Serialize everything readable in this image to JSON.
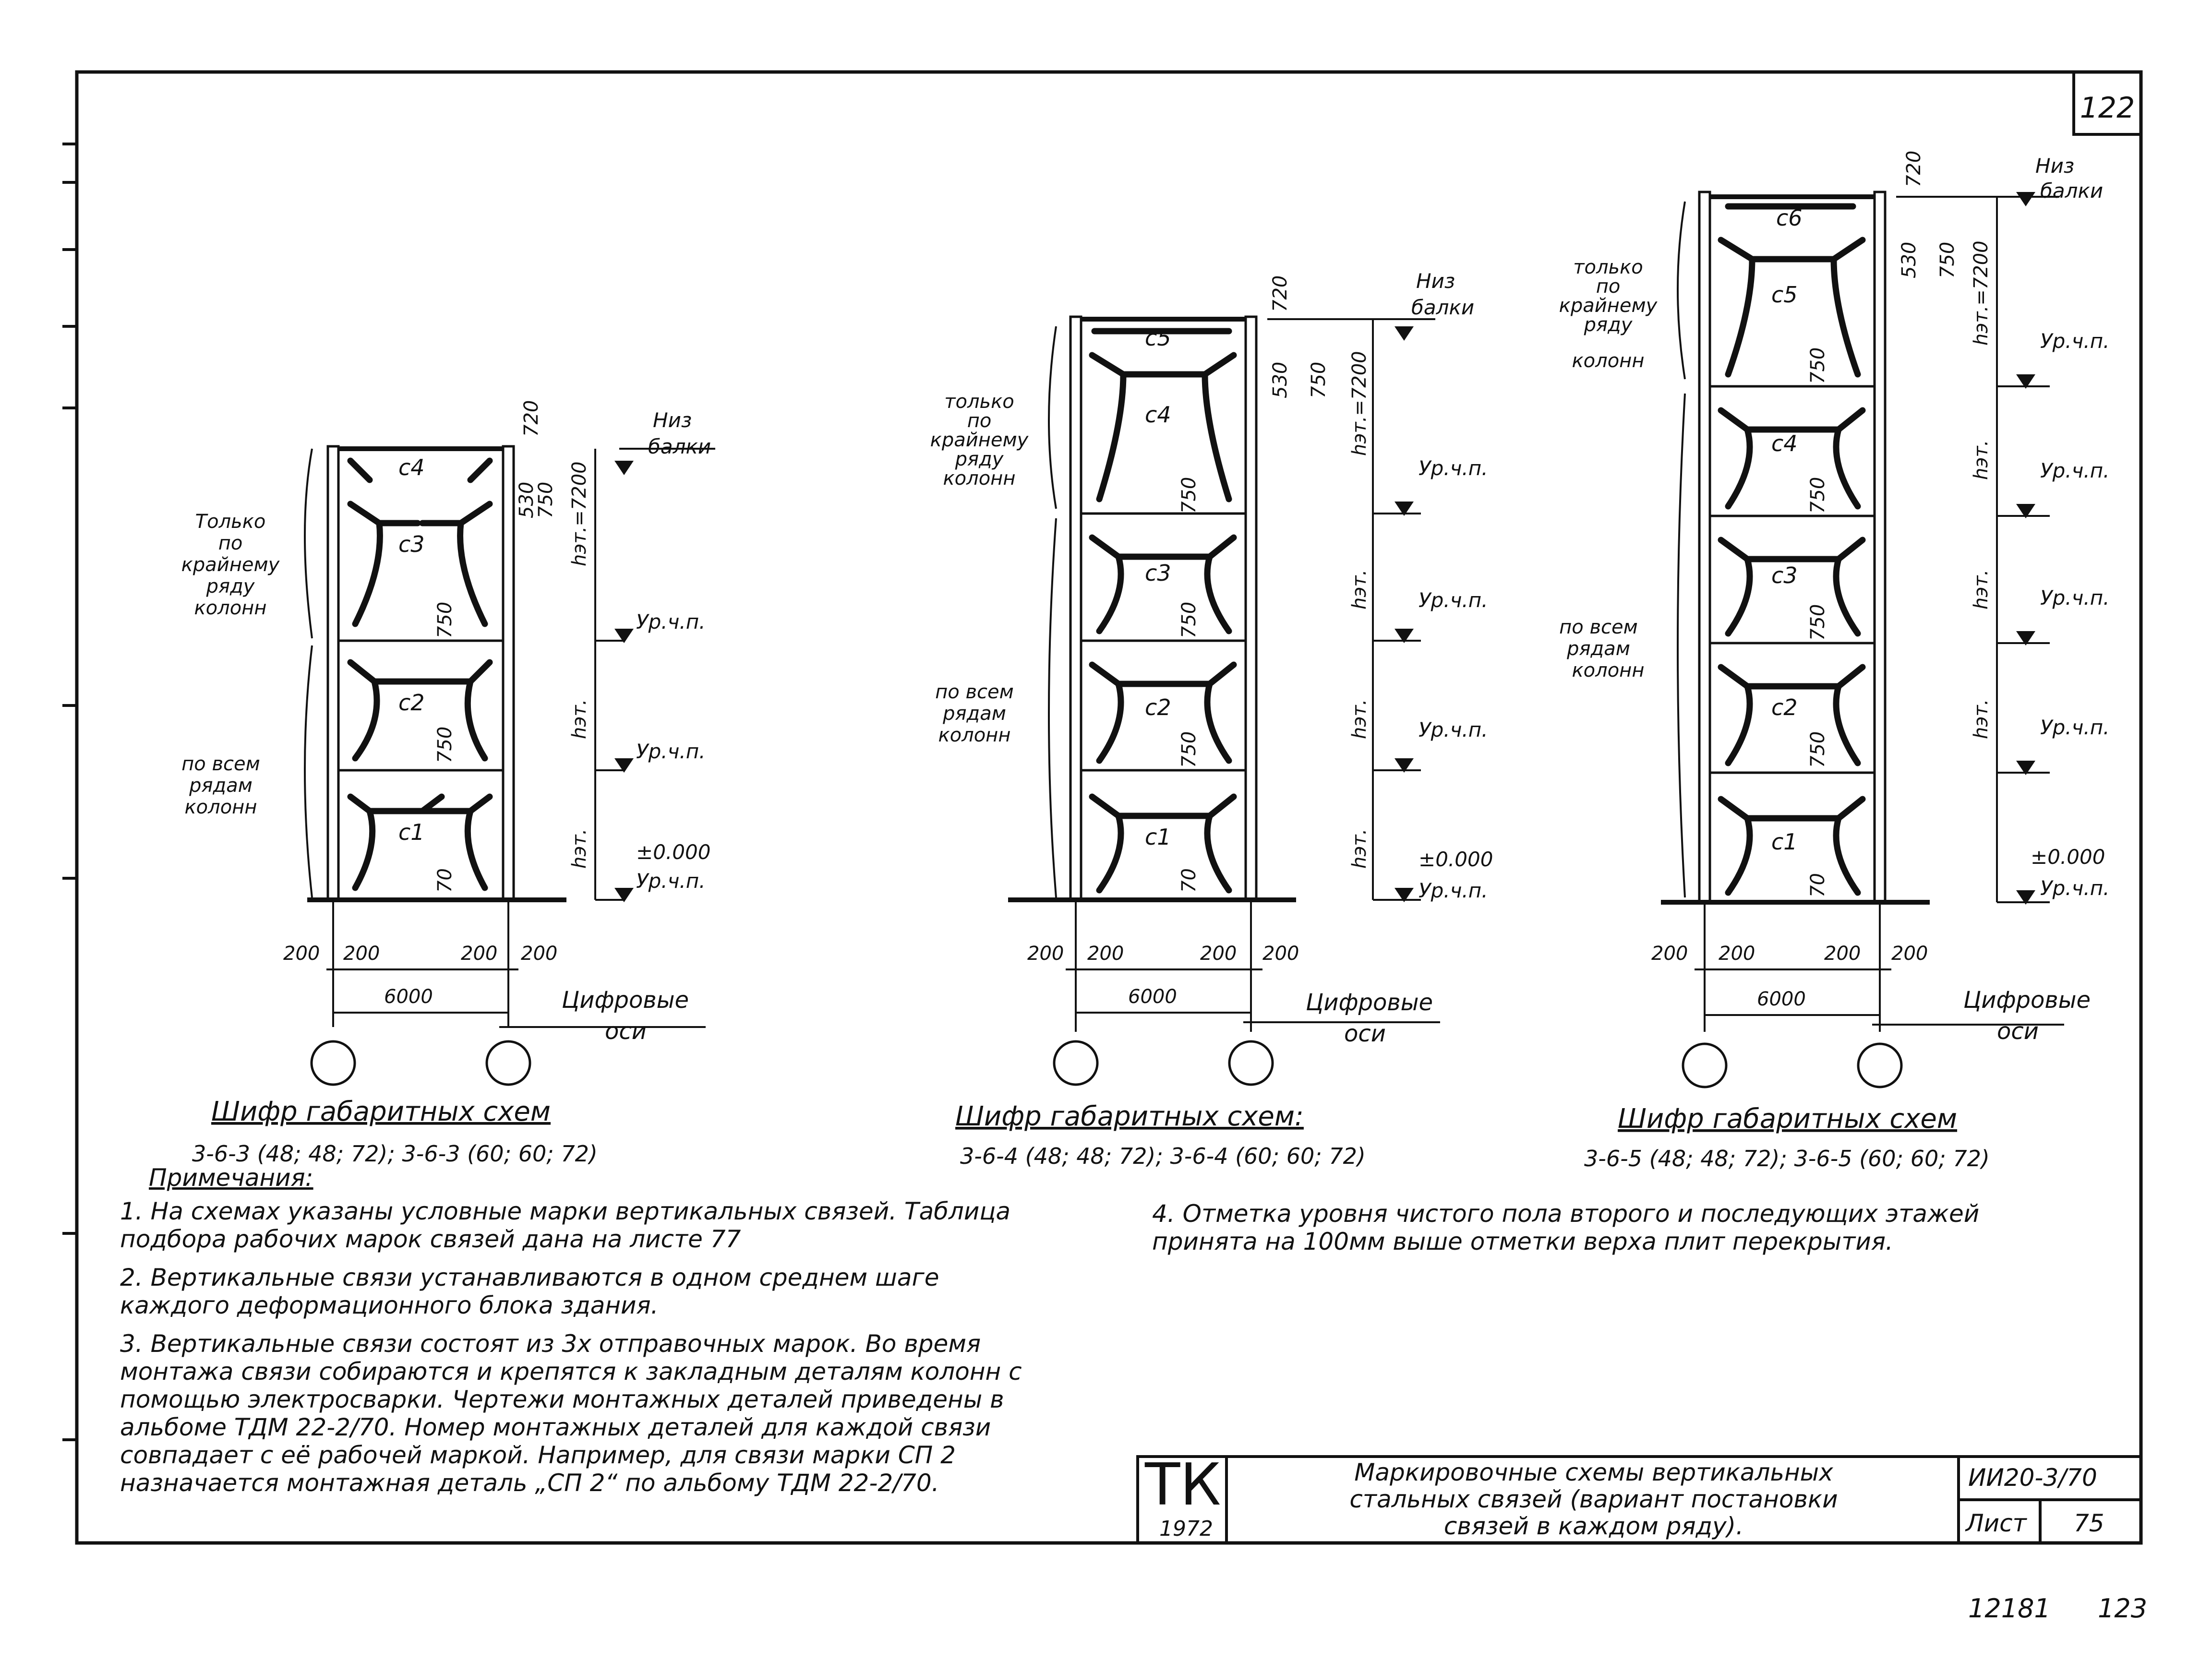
{
  "sheet": {
    "page_number": "122",
    "bottom_stamp": "12181",
    "bottom_stamp_2": "123"
  },
  "labels": {
    "beam_bottom": [
      "Низ",
      "балки"
    ],
    "floor_level": "Ур.ч.п.",
    "zero_mark": "±0.000",
    "digital_axes": [
      "Цифровые",
      "оси"
    ],
    "outer_row_3": [
      "Только",
      "по",
      "крайнему",
      "ряду",
      "колонн"
    ],
    "outer_row": [
      "только",
      "по",
      "крайнему",
      "ряду",
      "колонн"
    ],
    "all_rows": [
      "по всем",
      "рядам",
      "колонн"
    ],
    "story_height": "hэт.",
    "story_height_full": "hэт.=7200",
    "dim_200": "200",
    "dim_6000": "6000",
    "dim_70": "70",
    "dim_750": "750",
    "dim_720": "720",
    "dim_530": "530"
  },
  "schemes": [
    {
      "title": "Шифр габаритных схем",
      "codes": "3-6-3 (48; 48; 72); 3-6-3 (60; 60; 72)",
      "bays": [
        "с1",
        "с2",
        "с3",
        "с4"
      ]
    },
    {
      "title": "Шифр габаритных схем:",
      "codes": "3-6-4 (48; 48; 72); 3-6-4 (60; 60; 72)",
      "bays": [
        "с1",
        "с2",
        "с3",
        "с4",
        "с5"
      ]
    },
    {
      "title": "Шифр габаритных схем",
      "codes": "3-6-5 (48; 48; 72); 3-6-5 (60; 60; 72)",
      "bays": [
        "с1",
        "с2",
        "с3",
        "с4",
        "с5",
        "с6"
      ]
    }
  ],
  "notes": {
    "heading": "Примечания:",
    "items": [
      "1. На схемах указаны условные марки вертикальных связей. Таблица подбора рабочих марок связей дана на листе 77",
      "2. Вертикальные связи устанавливаются в одном среднем шаге каждого деформационного блока здания.",
      "3. Вертикальные связи состоят из 3х отправочных марок. Во время монтажа связи собираются и крепятся к закладным деталям колонн с помощью электросварки. Чертежи монтажных деталей приведены в альбоме ТДМ 22-2/70. Номер монтажных деталей для каждой связи совпадает с её рабочей маркой. Например, для связи марки СП 2 назначается монтажная деталь „СП 2“ по альбому ТДМ 22-2/70.",
      "4. Отметка уровня чистого пола второго и последующих этажей принята на 100мм выше отметки верха плит перекрытия."
    ]
  },
  "title_block": {
    "org": "ТК",
    "year": "1972",
    "title_lines": [
      "Маркировочные схемы вертикальных",
      "стальных связей (вариант постановки",
      "связей в каждом ряду)."
    ],
    "code": "ИИ20-3/70",
    "sheet_label": "Лист",
    "sheet_number": "75"
  }
}
